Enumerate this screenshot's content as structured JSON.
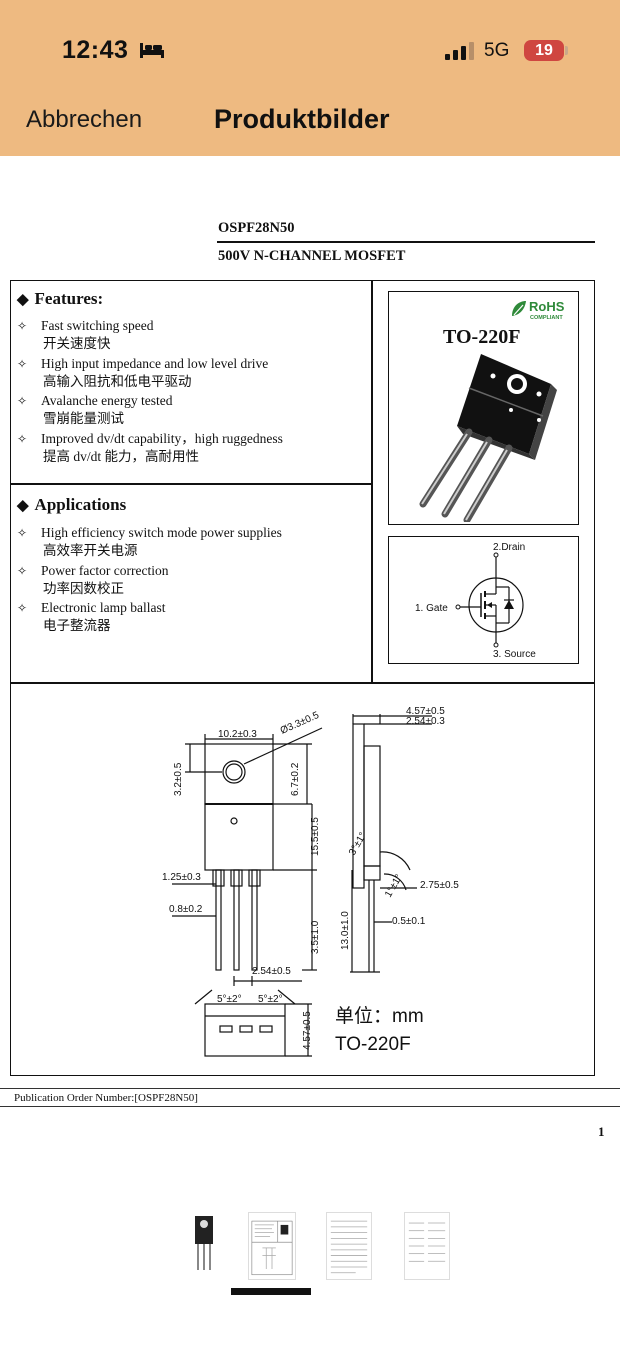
{
  "status_bar": {
    "time": "12:43",
    "bed_icon": "bed-icon",
    "signal_icon": "cellular-signal-icon",
    "network": "5G",
    "battery": "19"
  },
  "nav": {
    "cancel_label": "Abbrechen",
    "title": "Produktbilder"
  },
  "colors": {
    "nav_background": "#eeba81",
    "battery_badge": "#cf4640",
    "page_background": "#ffffff"
  },
  "datasheet": {
    "part_number": "OSPF28N50",
    "description": "500V N-CHANNEL MOSFET",
    "features_heading": "Features:",
    "features": [
      {
        "en": "Fast switching speed",
        "cn": "开关速度快"
      },
      {
        "en": "High input impedance and low level drive",
        "cn": "高输入阻抗和低电平驱动"
      },
      {
        "en": "Avalanche energy tested",
        "cn": "雪崩能量测试"
      },
      {
        "en": "Improved dv/dt capability，high ruggedness",
        "cn": "提高 dv/dt 能力，高耐用性"
      }
    ],
    "applications_heading": "Applications",
    "applications": [
      {
        "en": "High efficiency switch mode power supplies",
        "cn": "高效率开关电源"
      },
      {
        "en": "Power factor correction",
        "cn": "功率因数校正"
      },
      {
        "en": "Electronic lamp ballast",
        "cn": "电子整流器"
      }
    ],
    "rohs_label": "RoHS",
    "rohs_sub": "COMPLIANT",
    "package": "TO-220F",
    "pins": {
      "drain": "2.Drain",
      "gate": "1. Gate",
      "source": "3. Source"
    },
    "dimensions": {
      "width": "10.2±0.3",
      "hole": "Ø3.3±0.5",
      "tab_height": "6.7±0.2",
      "body_height": "15.5±0.5",
      "left_offset": "3.2±0.5",
      "pin_pitch_offset": "1.25±0.3",
      "pin_width": "0.8±0.2",
      "pin_length": "3.5±1.0",
      "pitch": "2.54±0.5",
      "bottom_height": "4.57±0.5",
      "side_total": "4.57±0.5",
      "side_body": "2.54±0.3",
      "side_angle": "3°±1°",
      "side_angle_2": "1°±1°",
      "side_lead": "2.75±0.5",
      "lead_length": "13.0±1.0",
      "lead_thickness": "0.5±0.1",
      "bottom_angle_1": "5°±2°",
      "bottom_angle_2": "5°±2°"
    },
    "unit_label": "单位：mm",
    "package_caption": "TO-220F",
    "publication": "Publication Order Number:[OSPF28N50]",
    "page_number": "1"
  },
  "thumbnails": [
    {
      "name": "transistor-photo"
    },
    {
      "name": "datasheet-page-1"
    },
    {
      "name": "datasheet-page-2"
    },
    {
      "name": "datasheet-page-3"
    }
  ],
  "selected_thumbnail": 2
}
